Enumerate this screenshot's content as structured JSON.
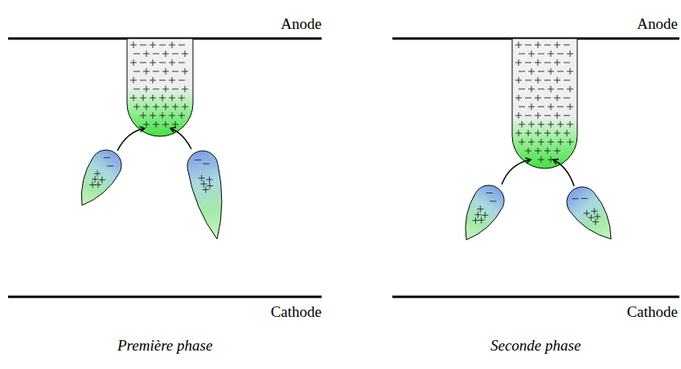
{
  "diagram": {
    "labels": [
      "Anode",
      "Cathode",
      "Première phase",
      "Anode",
      "Cathode",
      "Seconde phase"
    ]
  }
}
